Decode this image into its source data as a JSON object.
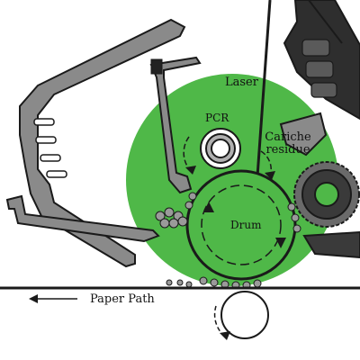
{
  "labels": {
    "laser": "Laser",
    "pcr": "PCR",
    "residue": "Cariche residue",
    "drum": "Drum",
    "paper_path": "Paper Path"
  },
  "colors": {
    "highlight_green": "#4fb848",
    "machine_grey": "#8a8a8a",
    "dark_grey": "#3a3a3a",
    "outline": "#1a1a1a",
    "paper": "#ffffff"
  },
  "icons": {
    "paper_arrow": "left-arrow-icon",
    "rotation": "curved-arrow-icon"
  }
}
